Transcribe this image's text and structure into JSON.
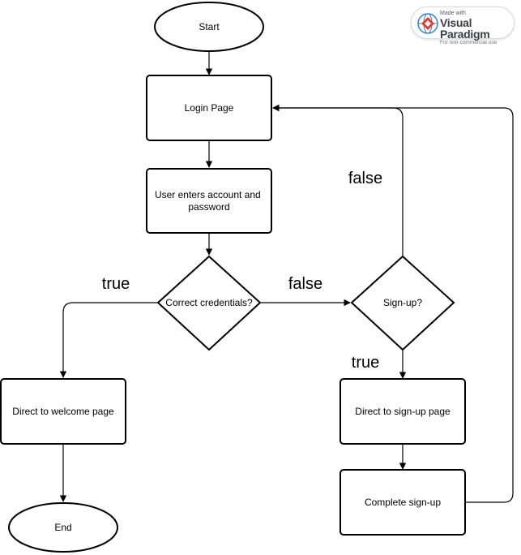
{
  "nodes": {
    "start": "Start",
    "login_page": "Login Page",
    "user_enters": [
      "User enters account and",
      "password"
    ],
    "correct_credentials": "Correct credentials?",
    "sign_up_decision": "Sign-up?",
    "direct_welcome": "Direct to welcome page",
    "direct_signup": "Direct to sign-up page",
    "complete_signup": "Complete sign-up",
    "end": "End"
  },
  "edge_labels": {
    "credentials_true": "true",
    "credentials_false": "false",
    "signup_true": "true",
    "signup_false": "false"
  },
  "watermark": {
    "made_with": "Made with",
    "brand": "Visual Paradigm",
    "note": "For non-commercial use",
    "logo_colors": [
      "#e4372f",
      "#3b7fc4"
    ]
  }
}
